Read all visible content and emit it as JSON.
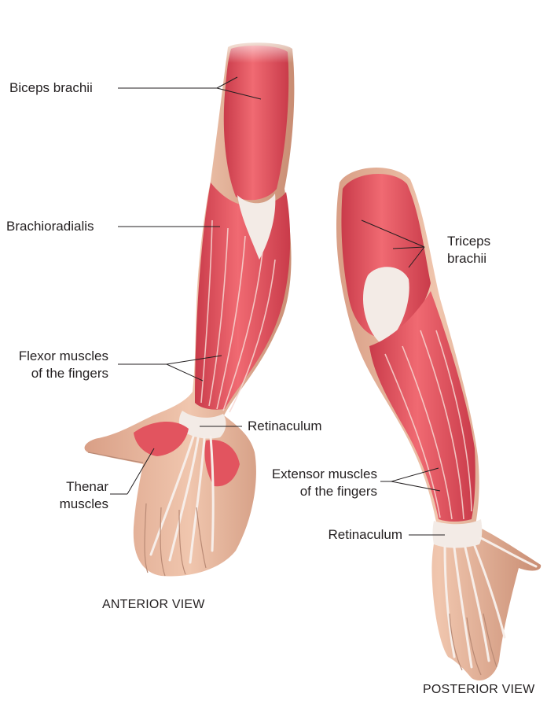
{
  "figure": {
    "anterior_view_caption": "ANTERIOR VIEW",
    "posterior_view_caption": "POSTERIOR VIEW",
    "skin_color": "#e8b9a0",
    "muscle_color": "#e0505c",
    "tendon_color": "#f4ece6",
    "leader_line_color": "#231f20"
  },
  "anterior_labels": {
    "biceps": "Biceps brachii",
    "brachioradialis": "Brachioradialis",
    "flexor_line1": "Flexor muscles",
    "flexor_line2": "of the fingers",
    "retinaculum": "Retinaculum",
    "thenar_line1": "Thenar",
    "thenar_line2": "muscles"
  },
  "posterior_labels": {
    "triceps_line1": "Triceps",
    "triceps_line2": "brachii",
    "extensor_line1": "Extensor muscles",
    "extensor_line2": "of the fingers",
    "retinaculum": "Retinaculum"
  }
}
